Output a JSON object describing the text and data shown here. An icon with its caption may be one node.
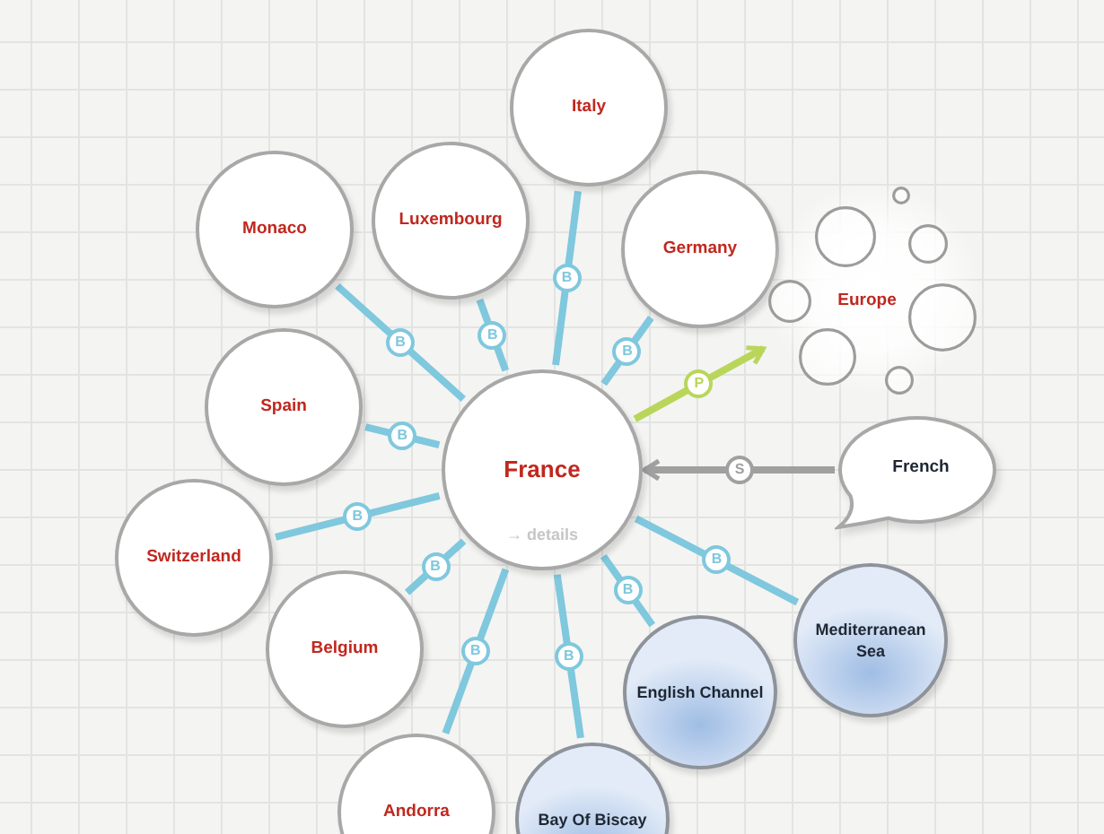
{
  "diagram": {
    "nodes": [
      {
        "text": [
          "Italy"
        ]
      },
      {
        "text": [
          "Monaco"
        ]
      },
      {
        "text": [
          "Luxembourg"
        ]
      },
      {
        "text": [
          "Germany"
        ]
      },
      {
        "text": [
          "Europe"
        ]
      },
      {
        "text": [
          "Spain"
        ]
      },
      {
        "text": [
          "France",
          "→ details"
        ]
      },
      {
        "text": [
          "French"
        ]
      },
      {
        "text": [
          "Switzerland"
        ]
      },
      {
        "text": [
          "Belgium"
        ]
      },
      {
        "text": [
          "English Channel"
        ]
      },
      {
        "text": [
          "Mediterranean Sea"
        ]
      },
      {
        "text": [
          "Andorra"
        ]
      },
      {
        "text": [
          "Bay Of Biscay"
        ]
      }
    ],
    "edges": [
      {
        "from": 6,
        "to": 0,
        "arrow": "none",
        "label": "B"
      },
      {
        "from": 6,
        "to": 1,
        "arrow": "none",
        "label": "B"
      },
      {
        "from": 6,
        "to": 2,
        "arrow": "none",
        "label": "B"
      },
      {
        "from": 6,
        "to": 3,
        "arrow": "none",
        "label": "B"
      },
      {
        "from": 6,
        "to": 4,
        "arrow": "to",
        "label": "P",
        "color": "#b9d65a"
      },
      {
        "from": 6,
        "to": 5,
        "arrow": "none",
        "label": "B"
      },
      {
        "from": 7,
        "to": 6,
        "arrow": "to",
        "label": "S",
        "color": "#a0a0a0"
      },
      {
        "from": 6,
        "to": 8,
        "arrow": "none",
        "label": "B"
      },
      {
        "from": 6,
        "to": 9,
        "arrow": "none",
        "label": "B"
      },
      {
        "from": 6,
        "to": 10,
        "arrow": "none",
        "label": "B"
      },
      {
        "from": 6,
        "to": 11,
        "arrow": "none",
        "label": "B"
      },
      {
        "from": 6,
        "to": 12,
        "arrow": "none",
        "label": "B"
      },
      {
        "from": 6,
        "to": 13,
        "arrow": "none",
        "label": "B"
      }
    ]
  }
}
